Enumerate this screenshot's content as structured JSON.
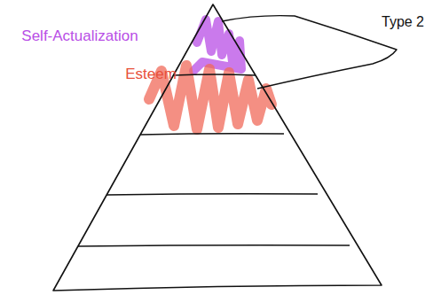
{
  "diagram": {
    "nodes": [
      {
        "text": [
          "Self-Actualization"
        ]
      },
      {
        "text": [
          "Esteem"
        ]
      }
    ],
    "labels": [
      "Type 2"
    ]
  }
}
